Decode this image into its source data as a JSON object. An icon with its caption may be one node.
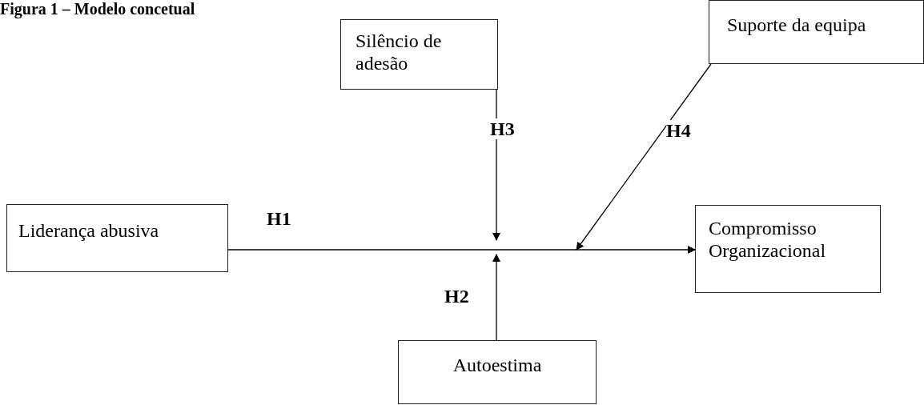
{
  "diagram": {
    "title": "Figura 1 – Modelo concetual",
    "nodes": [
      {
        "text": [
          "Silêncio de adesão"
        ]
      },
      {
        "text": [
          "Suporte da equipa"
        ]
      },
      {
        "text": [
          "Liderança abusiva"
        ]
      },
      {
        "text": [
          "Compromisso Organizacional"
        ]
      },
      {
        "text": [
          "Autoestima"
        ]
      }
    ],
    "edges": [
      {
        "from": 2,
        "to": 3,
        "arrow": "to",
        "label": "H1"
      },
      {
        "from": 0,
        "to": null,
        "arrow": "to",
        "label": "H3"
      },
      {
        "from": 1,
        "to": null,
        "arrow": "to",
        "label": "H4"
      },
      {
        "from": 4,
        "to": null,
        "arrow": "to",
        "label": "H2"
      }
    ]
  }
}
